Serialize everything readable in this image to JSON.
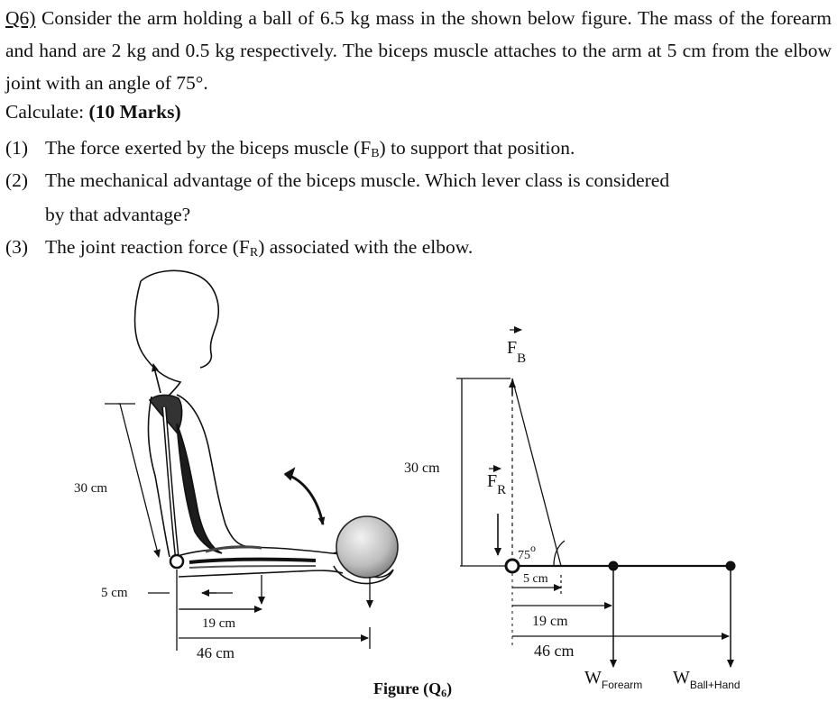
{
  "question": {
    "label": "Q6)",
    "intro": "Consider the arm holding a ball of 6.5 kg mass in the shown below figure. The mass of the forearm and hand are 2 kg and 0.5 kg respectively. The biceps muscle attaches to the arm at 5 cm from the elbow joint with an angle of 75°.",
    "calculate": "Calculate:",
    "marks": "(10 Marks)",
    "items": [
      {
        "num": "(1)",
        "text_a": "The force exerted by the biceps muscle (F",
        "sub": "B",
        "text_b": ") to support that position."
      },
      {
        "num": "(2)",
        "text_a": "The mechanical advantage of the biceps muscle. Which lever class is considered",
        "line2": "by that advantage?"
      },
      {
        "num": "(3)",
        "text_a": "The joint reaction force (F",
        "sub": "R",
        "text_b": ") associated with the elbow."
      }
    ]
  },
  "figure": {
    "left": {
      "dim_30": "30 cm",
      "dim_5": "5 cm",
      "dim_19": "19 cm",
      "dim_46": "46 cm"
    },
    "right": {
      "fb": "F",
      "fb_sub": "B",
      "fr": "F",
      "fr_sub": "R",
      "dim_30": "30 cm",
      "angle": "75",
      "angle_deg": "o",
      "dim_5": "5 cm",
      "dim_19": "19 cm",
      "dim_46": "46 cm",
      "w_forearm": "W",
      "w_forearm_sub": "Forearm",
      "w_ball": "W",
      "w_ball_sub": "Ball+Hand"
    },
    "caption": "Figure (Q",
    "caption_sub": "6",
    "caption_end": ")"
  }
}
